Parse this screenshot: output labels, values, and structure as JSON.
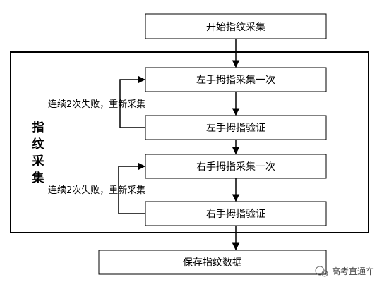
{
  "diagram": {
    "nodes": {
      "start": "开始指纹采集",
      "left_collect": "左手拇指采集一次",
      "left_verify": "左手拇指验证",
      "right_collect": "右手拇指采集一次",
      "right_verify": "右手拇指验证",
      "save": "保存指纹数据"
    },
    "loop_labels": {
      "left": "连续2次失败，重新采集",
      "right": "连续2次失败，重新采集"
    },
    "group_label": [
      "指",
      "纹",
      "采",
      "集"
    ]
  },
  "watermark": {
    "text": "高考直通车"
  }
}
